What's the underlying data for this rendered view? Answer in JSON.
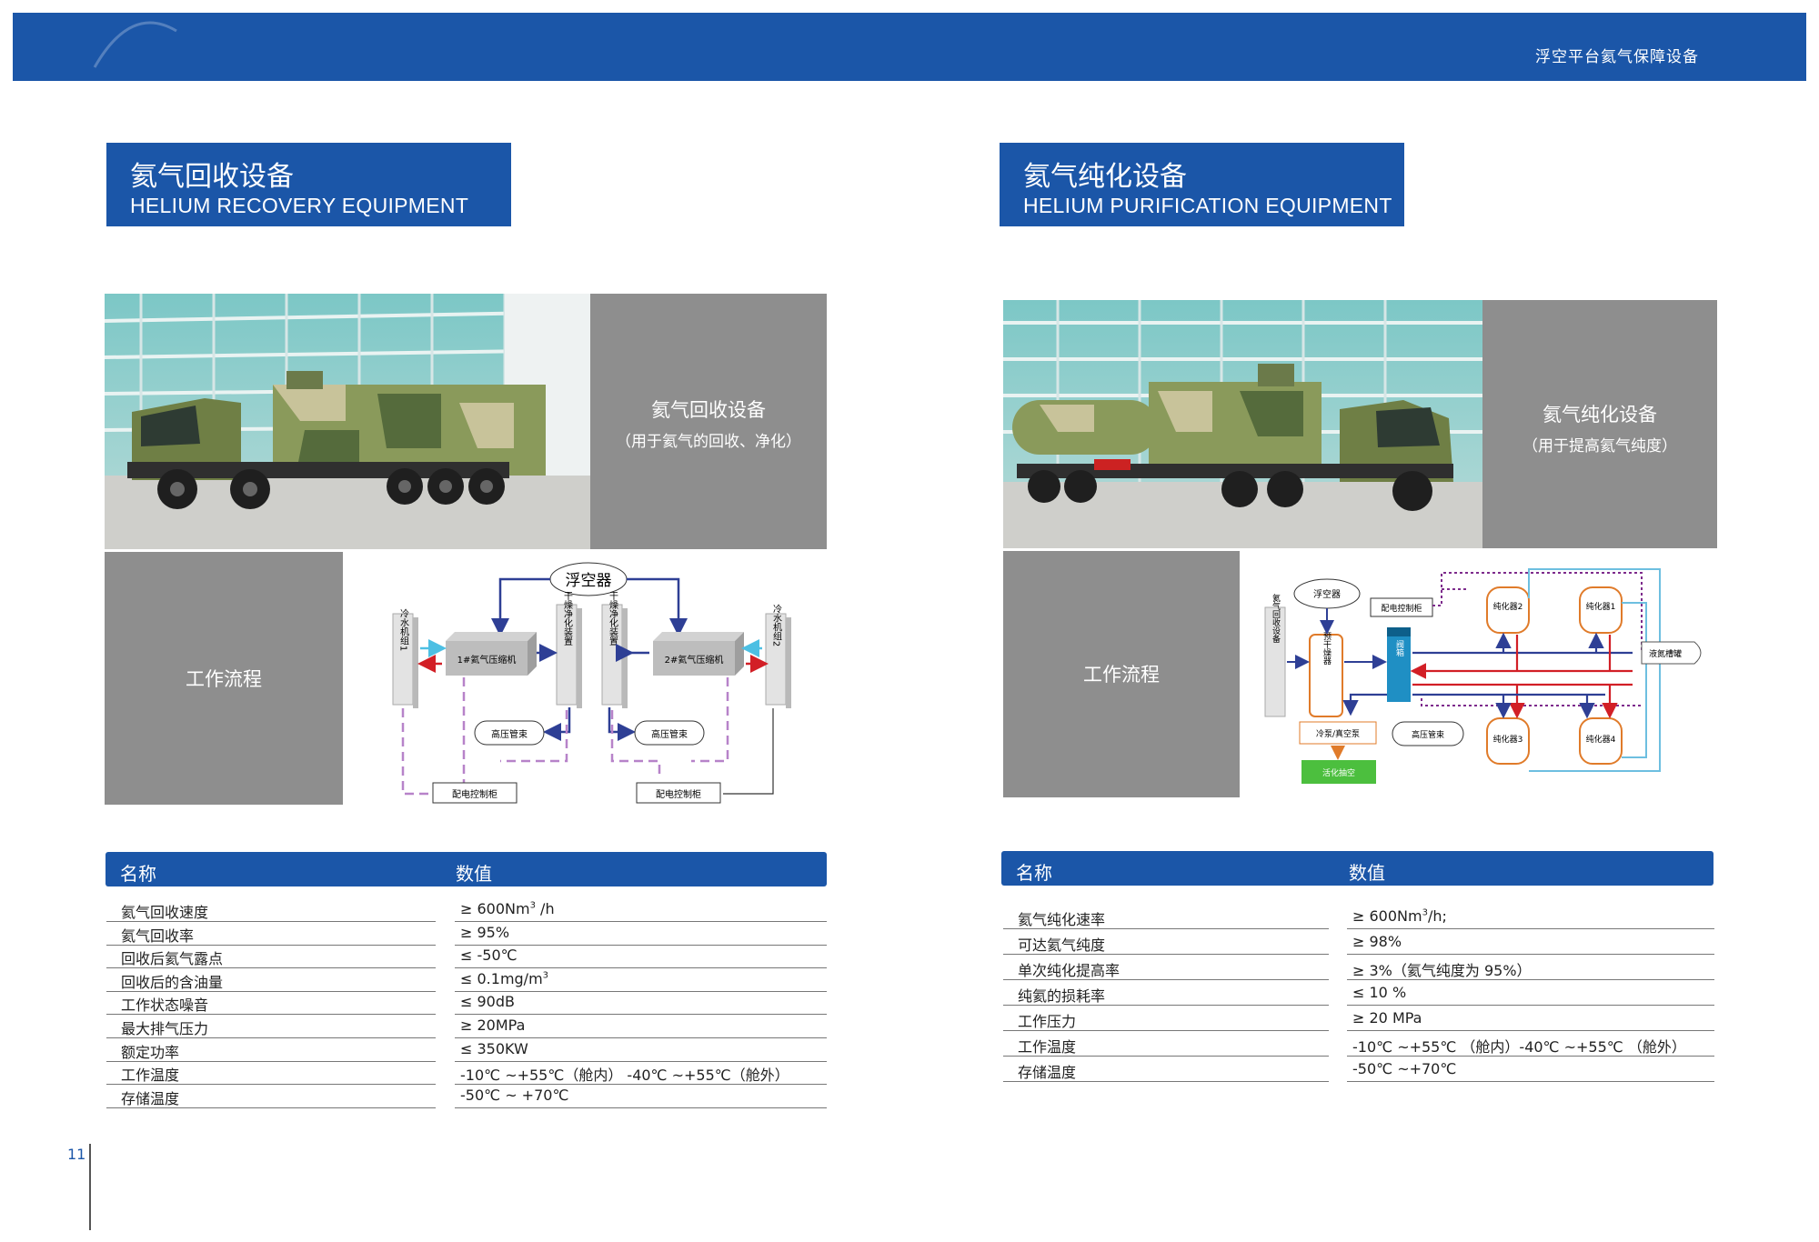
{
  "header": {
    "title": "浮空平台氦气保障设备"
  },
  "left": {
    "title_cn": "氦气回收设备",
    "title_en": "HELIUM RECOVERY EQUIPMENT",
    "photo_caption": "氦气回收设备",
    "photo_sub": "（用于氦气的回收、净化）",
    "workflow_label": "工作流程",
    "diagram": {
      "top": "浮空器",
      "chiller1": "冷水机组1",
      "compressor1": "1#氦气压缩机",
      "dryer1": "干燥净化装置",
      "dryer2": "干燥净化装置",
      "compressor2": "2#氦气压缩机",
      "chiller2": "冷水机组2",
      "bundle1": "高压管束",
      "bundle2": "高压管束",
      "cabinet1": "配电控制柜",
      "cabinet2": "配电控制柜"
    },
    "table": {
      "col1": "名称",
      "col2": "数值",
      "rows": [
        {
          "name": "氦气回收速度",
          "value": "≥ 600Nm",
          "sup": "3",
          "tail": " /h"
        },
        {
          "name": "氦气回收率",
          "value": "≥ 95%"
        },
        {
          "name": "回收后氦气露点",
          "value": "≤ -50℃"
        },
        {
          "name": "回收后的含油量",
          "value": "≤ 0.1mg/m",
          "sup": "3"
        },
        {
          "name": "工作状态噪音",
          "value": "≤ 90dB"
        },
        {
          "name": "最大排气压力",
          "value": "≥ 20MPa"
        },
        {
          "name": "额定功率",
          "value": "≤ 350KW"
        },
        {
          "name": "工作温度",
          "value": " -10℃ ~+55℃（舱内） -40℃ ~+55℃（舱外）"
        },
        {
          "name": "存储温度",
          "value": "-50℃ ~ +70℃"
        }
      ]
    }
  },
  "right": {
    "title_cn": "氦气纯化设备",
    "title_en": "HELIUM PURIFICATION EQUIPMENT",
    "photo_caption": "氦气纯化设备",
    "photo_sub": "（用于提高氦气纯度）",
    "workflow_label": "工作流程",
    "diagram": {
      "top": "浮空器",
      "recovery": "氦气回收设备",
      "predryer": "预干燥器",
      "valve": "阀箱",
      "cabinet": "配电控制柜",
      "p1": "纯化器1",
      "p2": "纯化器2",
      "p3": "纯化器3",
      "p4": "纯化器4",
      "ln2": "液氮槽罐",
      "pump": "冷泵/真空泵",
      "bundle": "高压管束",
      "regen": "活化抽空"
    },
    "table": {
      "col1": "名称",
      "col2": "数值",
      "rows": [
        {
          "name": "氦气纯化速率",
          "value": "≥ 600Nm",
          "sup": "3",
          "tail": "/h;"
        },
        {
          "name": "可达氦气纯度",
          "value": "≥ 98%"
        },
        {
          "name": "单次纯化提高率",
          "value": " ≥ 3%（氦气纯度为 95%）"
        },
        {
          "name": "纯氦的损耗率",
          "value": "≤ 10 %"
        },
        {
          "name": "工作压力",
          "value": "≥ 20 MPa"
        },
        {
          "name": "工作温度",
          "value": "-10℃ ~+55℃ （舱内）-40℃ ~+55℃ （舱外）"
        },
        {
          "name": "存储温度",
          "value": "-50℃ ~+70℃"
        }
      ]
    }
  },
  "footer": {
    "page": "11"
  },
  "colors": {
    "brand_blue": "#1b56a8",
    "panel_grey": "#8e8e8e"
  }
}
